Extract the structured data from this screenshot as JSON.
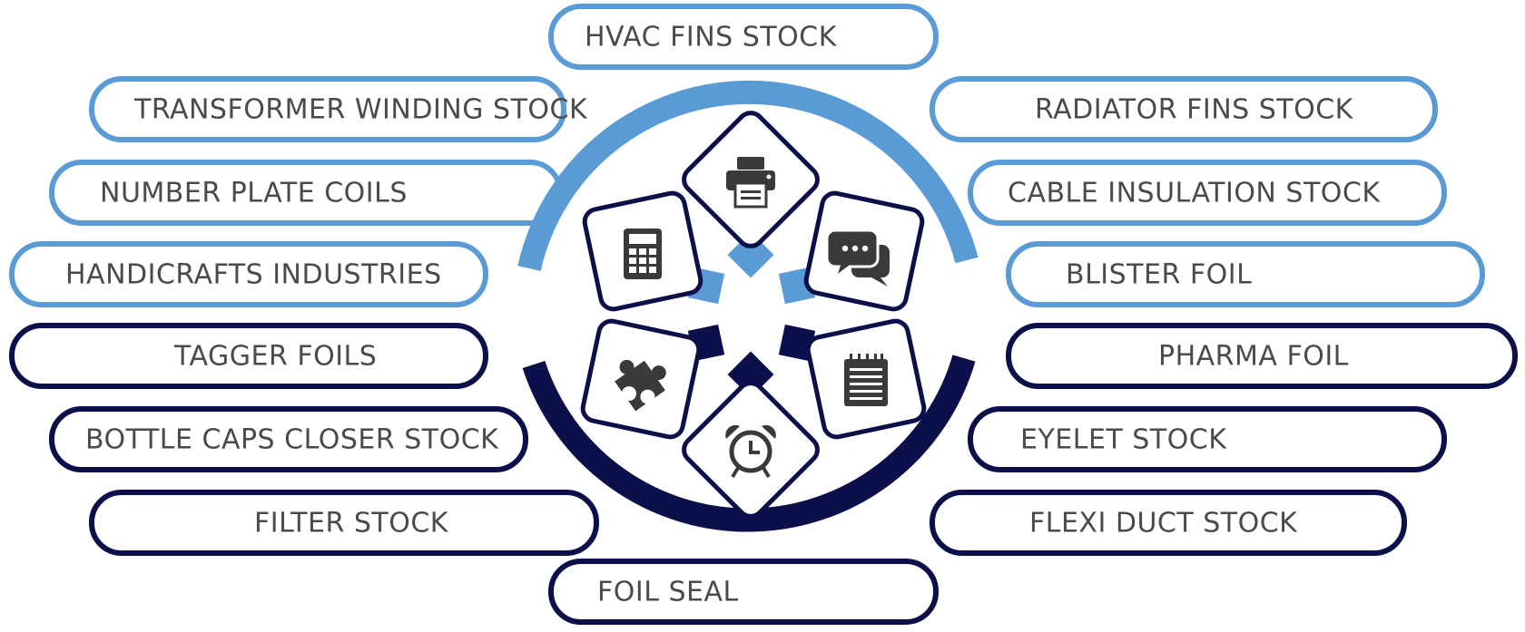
{
  "colors": {
    "light": "#5b9bd5",
    "dark": "#0b0f4a",
    "icon": "#3a3a3a",
    "text": "#4a4a4a"
  },
  "items": [
    {
      "label": "HVAC FINS STOCK",
      "tone": "light"
    },
    {
      "label": "TRANSFORMER WINDING STOCK",
      "tone": "light"
    },
    {
      "label": "NUMBER PLATE COILS",
      "tone": "light"
    },
    {
      "label": "HANDICRAFTS INDUSTRIES",
      "tone": "light"
    },
    {
      "label": "RADIATOR FINS STOCK",
      "tone": "light"
    },
    {
      "label": "CABLE INSULATION STOCK",
      "tone": "light"
    },
    {
      "label": "BLISTER FOIL",
      "tone": "light"
    },
    {
      "label": "TAGGER FOILS",
      "tone": "dark"
    },
    {
      "label": "BOTTLE CAPS CLOSER STOCK",
      "tone": "dark"
    },
    {
      "label": "FILTER STOCK",
      "tone": "dark"
    },
    {
      "label": "PHARMA FOIL",
      "tone": "dark"
    },
    {
      "label": "EYELET STOCK",
      "tone": "dark"
    },
    {
      "label": "FLEXI DUCT STOCK",
      "tone": "dark"
    },
    {
      "label": "FOIL SEAL",
      "tone": "dark"
    }
  ],
  "center_icons": [
    "printer-icon",
    "calculator-icon",
    "chat-icon",
    "puzzle-icon",
    "notepad-icon",
    "alarm-clock-icon"
  ]
}
